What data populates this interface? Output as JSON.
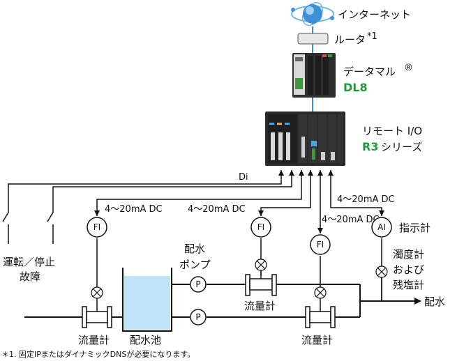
{
  "network": {
    "internet": "インターネット",
    "router": "ルータ",
    "router_note_mark": "*1",
    "dl8_name": "データマル",
    "dl8_reg": "®",
    "dl8_model": "DL8",
    "r3_name": "リモート I/O",
    "r3_model": "R3",
    "r3_suffix": "シリーズ"
  },
  "signals": {
    "di": "Di",
    "analog_1": "4～20mA DC",
    "analog_2": "4～20mA DC",
    "analog_3": "4～20mA DC",
    "analog_4": "4～20mA DC"
  },
  "instruments": {
    "fi_1": "FI",
    "fi_2": "FI",
    "fi_3": "FI",
    "ai": "AI",
    "pump_1": "P",
    "pump_2": "P"
  },
  "labels": {
    "run_stop_line1": "運転／停止",
    "run_stop_line2": "故障",
    "pump_line1": "配水",
    "pump_line2": "ポンプ",
    "indicator": "指示計",
    "turbidity_line1": "濁度計",
    "turbidity_line2": "および",
    "turbidity_line3": "残塩計",
    "water_out": "配水",
    "flowmeter_1": "流量計",
    "flowmeter_2": "流量計",
    "flowmeter_3": "流量計",
    "reservoir": "配水池"
  },
  "footnote": "＊1. 固定IPまたはダイナミックDNSが必要になります。",
  "colors": {
    "link_blue": "#3a8fd8",
    "accent_green": "#1f9a3a",
    "water_blue": "#bfe3f7"
  }
}
